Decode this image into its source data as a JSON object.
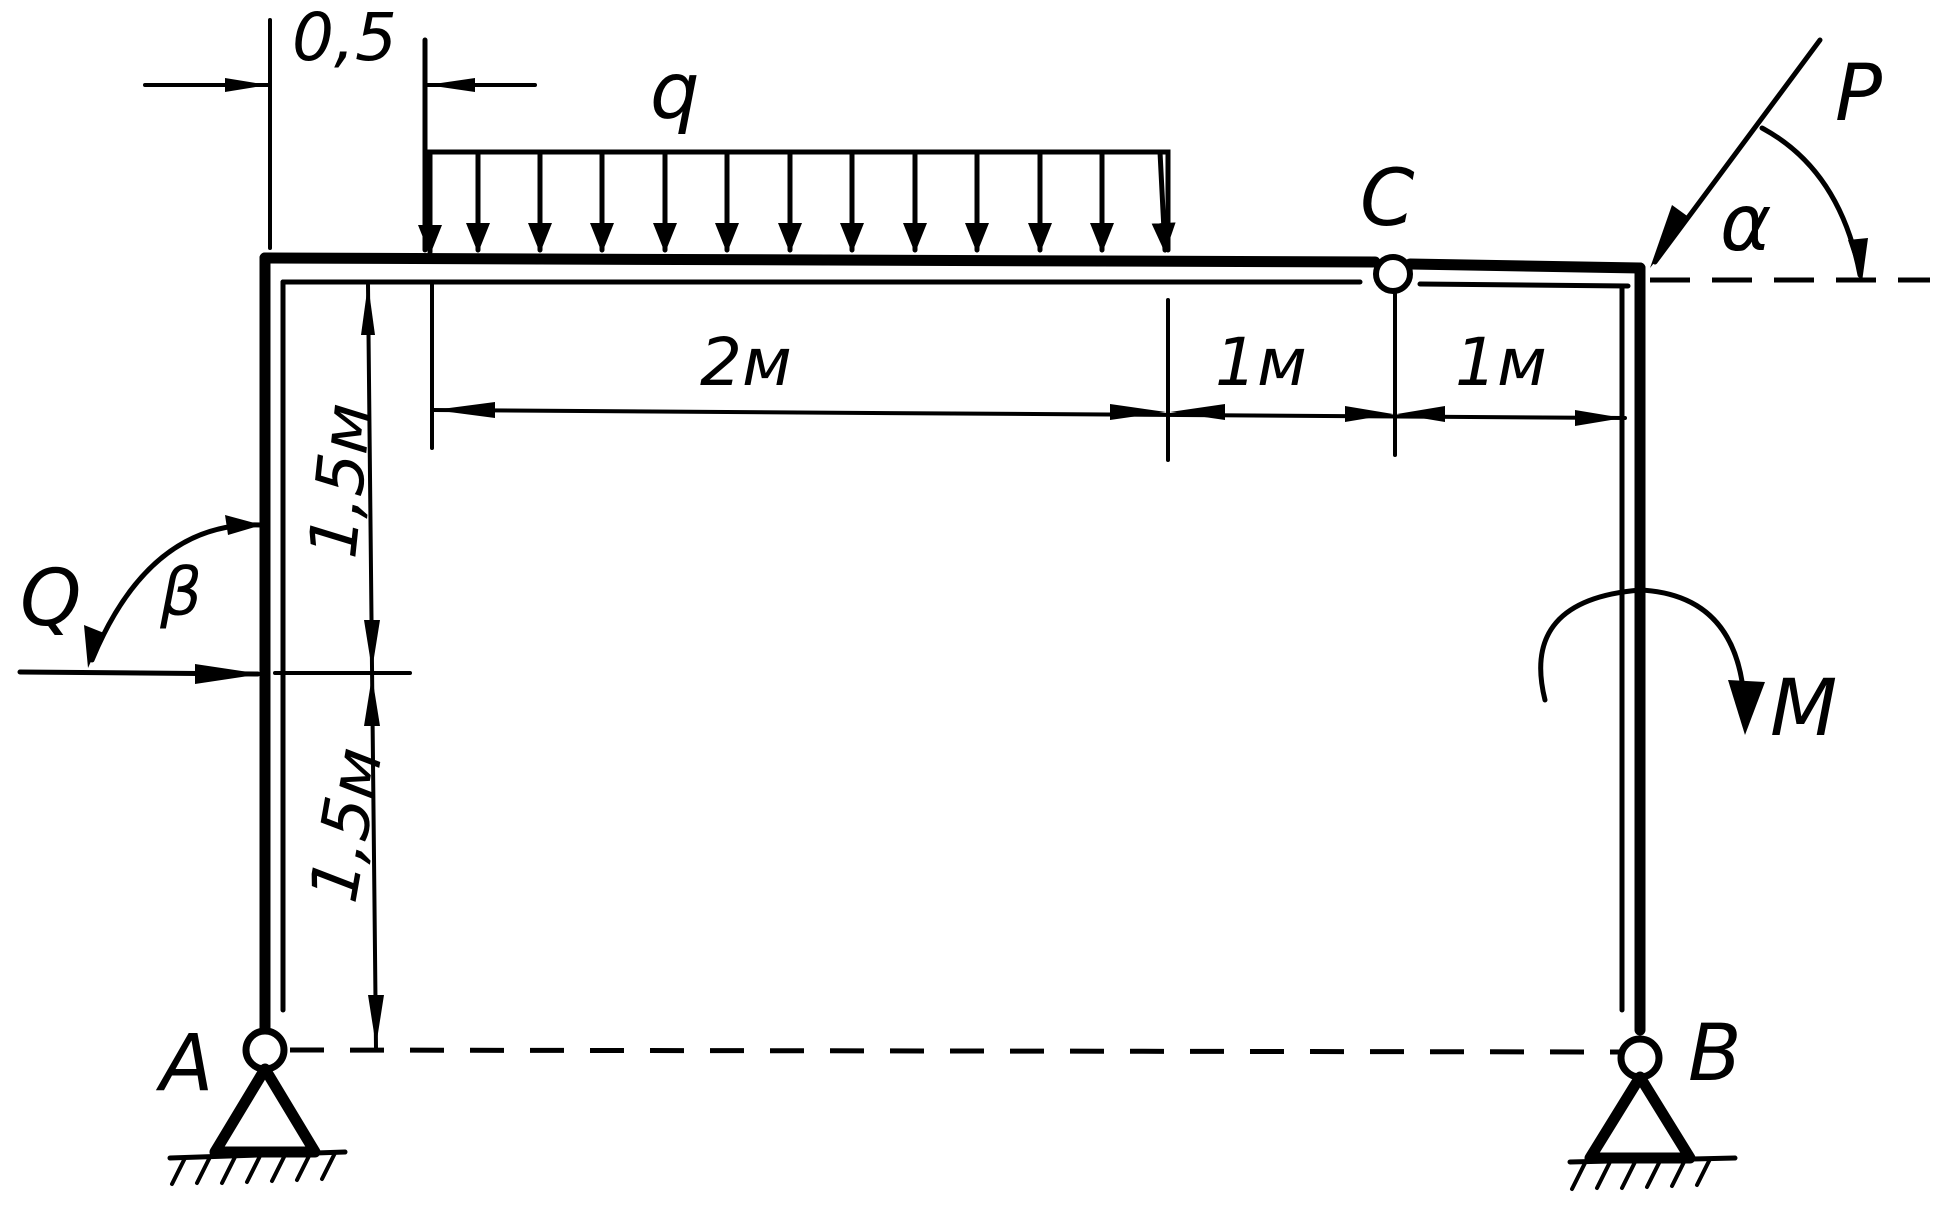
{
  "labels": {
    "q": "q",
    "C": "C",
    "P": "P",
    "alpha": "α",
    "Q": "Q",
    "beta": "β",
    "M": "M",
    "A": "A",
    "B": "B"
  },
  "dimensions": {
    "offset_top": "0,5",
    "span_q": "2м",
    "span_mid": "1м",
    "span_right": "1м",
    "height_upper": "1,5м",
    "height_lower": "1,5м"
  }
}
